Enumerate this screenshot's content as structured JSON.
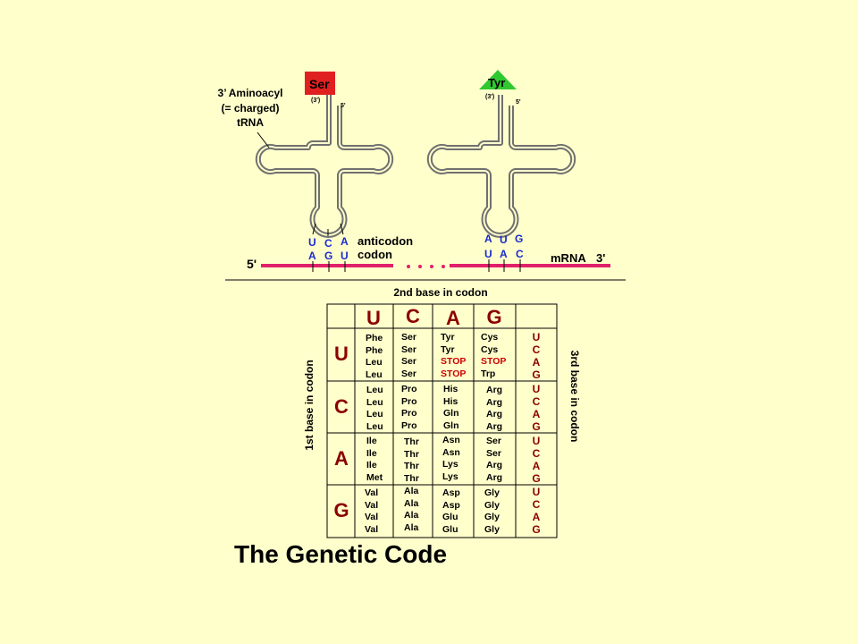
{
  "title": "The Genetic Code",
  "trna_label": [
    "3’ Aminoacyl",
    "(= charged)",
    "tRNA"
  ],
  "trna1": {
    "aa": "Ser",
    "end3": "(3')",
    "end5": "5'",
    "anticodon": [
      "U",
      "C",
      "A"
    ],
    "codon": [
      "A",
      "G",
      "U"
    ]
  },
  "trna2": {
    "aa": "Tyr",
    "end3": "(3')",
    "end5": "5'",
    "anticodon": [
      "A",
      "U",
      "G"
    ],
    "codon": [
      "U",
      "A",
      "C"
    ]
  },
  "anticodon_label": "anticodon",
  "codon_label": "codon",
  "mrna": {
    "five": "5'",
    "label": "mRNA",
    "three": "3'"
  },
  "axis": {
    "second": "2nd base in codon",
    "first": "1st base in codon",
    "third": "3rd base in codon"
  },
  "table": {
    "second_bases": [
      "U",
      "C",
      "A",
      "G"
    ],
    "first_bases": [
      "U",
      "C",
      "A",
      "G"
    ],
    "third_bases": [
      "U",
      "C",
      "A",
      "G"
    ],
    "rows": [
      [
        [
          "Phe",
          "Phe",
          "Leu",
          "Leu"
        ],
        [
          "Ser",
          "Ser",
          "Ser",
          "Ser"
        ],
        [
          "Tyr",
          "Tyr",
          "STOP",
          "STOP"
        ],
        [
          "Cys",
          "Cys",
          "STOP",
          "Trp"
        ]
      ],
      [
        [
          "Leu",
          "Leu",
          "Leu",
          "Leu"
        ],
        [
          "Pro",
          "Pro",
          "Pro",
          "Pro"
        ],
        [
          "His",
          "His",
          "Gln",
          "Gln"
        ],
        [
          "Arg",
          "Arg",
          "Arg",
          "Arg"
        ]
      ],
      [
        [
          "Ile",
          "Ile",
          "Ile",
          "Met"
        ],
        [
          "Thr",
          "Thr",
          "Thr",
          "Thr"
        ],
        [
          "Asn",
          "Asn",
          "Lys",
          "Lys"
        ],
        [
          "Ser",
          "Ser",
          "Arg",
          "Arg"
        ]
      ],
      [
        [
          "Val",
          "Val",
          "Val",
          "Val"
        ],
        [
          "Ala",
          "Ala",
          "Ala",
          "Ala"
        ],
        [
          "Asp",
          "Asp",
          "Glu",
          "Glu"
        ],
        [
          "Gly",
          "Gly",
          "Gly",
          "Gly"
        ]
      ]
    ]
  },
  "colors": {
    "background": "#ffffcc",
    "mrna": "#e0206a",
    "ser_tag": "#e02020",
    "tyr_tag": "#30c830",
    "bases": "#1a2ad0",
    "table_letters": "#8b0000",
    "stop": "#cc0000"
  }
}
